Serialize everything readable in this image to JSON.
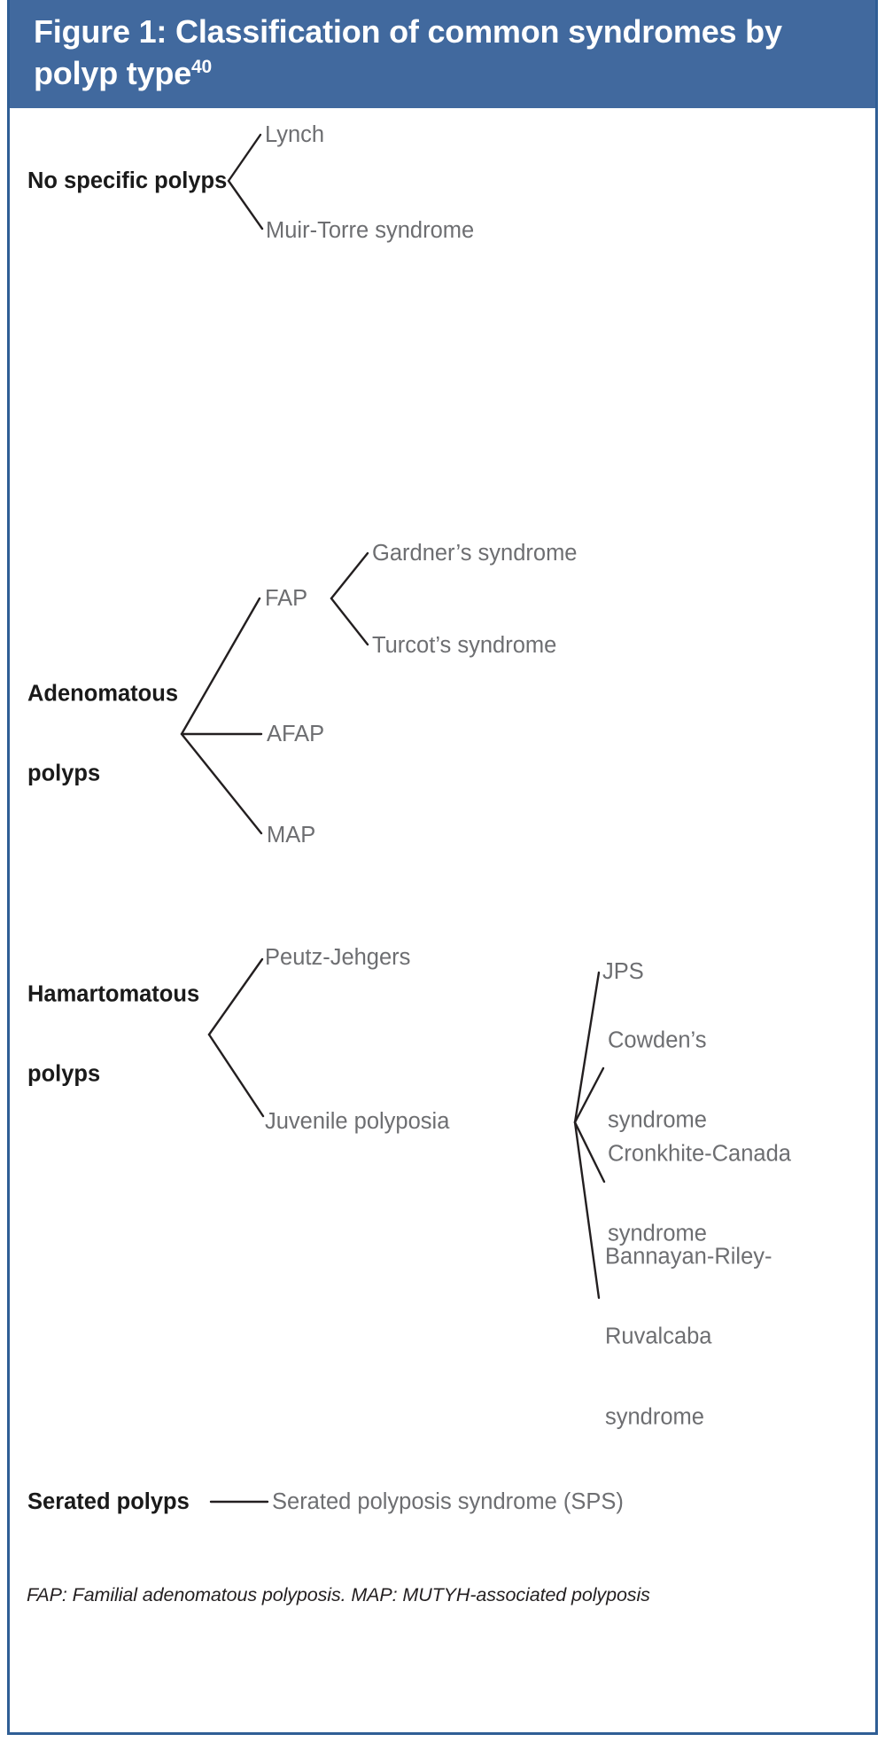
{
  "figure": {
    "title_main": "Figure 1: Classification of common syndromes by polyp type",
    "title_superscript": "40",
    "footer_note": "FAP: Familial adenomatous polyposis. MAP: MUTYH-associated polyposis"
  },
  "colors": {
    "header_blue": "#41699e",
    "frame_blue": "#2f5e95",
    "root_text": "#1a1a1a",
    "leaf_text": "#6d6e71",
    "line": "#231f20",
    "background": "#ffffff"
  },
  "chart_data": {
    "type": "diagram",
    "title": "Figure 1: Classification of common syndromes by polyp type",
    "structure": "tree",
    "groups": [
      {
        "root": "No specific polyps",
        "children": [
          {
            "label": "Lynch",
            "children": []
          },
          {
            "label": "Muir-Torre syndrome",
            "children": []
          }
        ]
      },
      {
        "root": "Adenomatous polyps",
        "children": [
          {
            "label": "FAP",
            "children": [
              {
                "label": "Gardner's syndrome"
              },
              {
                "label": "Turcot's syndrome"
              }
            ]
          },
          {
            "label": "AFAP",
            "children": []
          },
          {
            "label": "MAP",
            "children": []
          }
        ]
      },
      {
        "root": "Hamartomatous polyps",
        "children": [
          {
            "label": "Peutz-Jehgers",
            "children": []
          },
          {
            "label": "Juvenile polyposia",
            "children": [
              {
                "label": "JPS"
              },
              {
                "label": "Cowden's syndrome"
              },
              {
                "label": "Cronkhite-Canada syndrome"
              },
              {
                "label": "Bannayan-Riley-Ruvalcaba syndrome"
              }
            ]
          }
        ]
      },
      {
        "root": "Serated polyps",
        "children": [
          {
            "label": "Serated polyposis syndrome (SPS)",
            "children": []
          }
        ]
      }
    ]
  },
  "nodes": {
    "no_specific_polyps": "No specific polyps",
    "lynch": "Lynch",
    "muir_torre": "Muir-Torre syndrome",
    "adenomatous_line1": "Adenomatous",
    "adenomatous_line2": "polyps",
    "fap": "FAP",
    "gardners": "Gardner’s syndrome",
    "turcots": "Turcot’s syndrome",
    "afap": "AFAP",
    "map": "MAP",
    "hamartomatous_line1": "Hamartomatous",
    "hamartomatous_line2": "polyps",
    "peutz_jehgers": "Peutz-Jehgers",
    "juvenile_polyposia": "Juvenile polyposia",
    "jps": "JPS",
    "cowdens_line1": "Cowden’s",
    "cowdens_line2": "syndrome",
    "cronkhite_line1": "Cronkhite-Canada",
    "cronkhite_line2": "syndrome",
    "bannayan_line1": "Bannayan-Riley-",
    "bannayan_line2": "Ruvalcaba",
    "bannayan_line3": "syndrome",
    "serated_polyps": "Serated polyps",
    "sps": "Serated polyposis syndrome (SPS)"
  }
}
